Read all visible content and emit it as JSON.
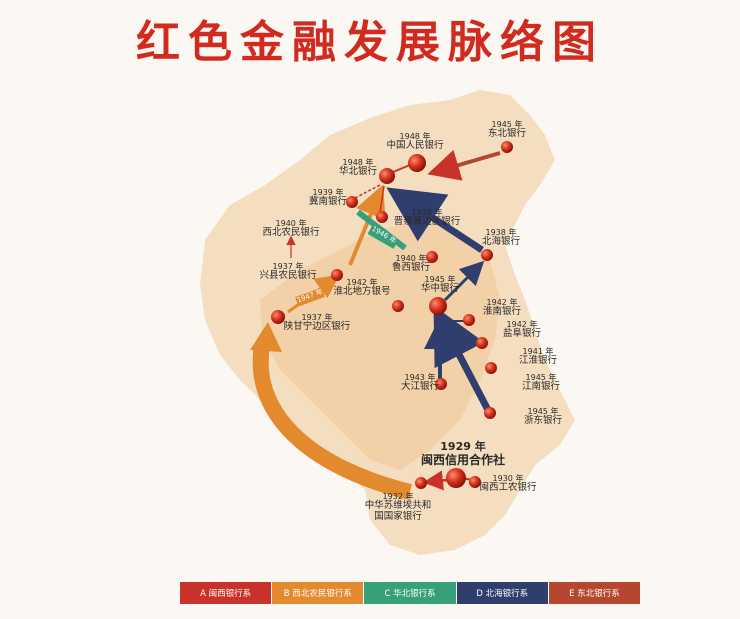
{
  "title": "红色金融发展脉络图",
  "colors": {
    "red": "#c8322a",
    "orange": "#e28a2d",
    "green": "#35a079",
    "navy": "#2f3e6d",
    "brown": "#b5472e",
    "map_fill": "#f3d6ad"
  },
  "nodes": [
    {
      "id": "dongbei",
      "year": "1945 年",
      "name": "东北银行"
    },
    {
      "id": "renmin",
      "year": "1948 年",
      "name": "中国人民银行"
    },
    {
      "id": "huabei",
      "year": "1948 年",
      "name": "华北银行"
    },
    {
      "id": "jinan",
      "year": "1939 年",
      "name": "冀南银行"
    },
    {
      "id": "jinchaji",
      "year": "1938 年",
      "name": "晋察冀边区银行"
    },
    {
      "id": "xibei",
      "year": "1940 年",
      "name": "西北农民银行"
    },
    {
      "id": "beihai",
      "year": "1938 年",
      "name": "北海银行"
    },
    {
      "id": "luxi",
      "year": "1940 年",
      "name": "鲁西银行"
    },
    {
      "id": "xingxian",
      "year": "1937 年",
      "name": "兴县农民银行"
    },
    {
      "id": "huazhong",
      "year": "1945 年",
      "name": "华中银行"
    },
    {
      "id": "huaibei",
      "year": "1942 年",
      "name": "淮北地方银号"
    },
    {
      "id": "huainan",
      "year": "1942 年",
      "name": "淮南银行"
    },
    {
      "id": "shaangan",
      "year": "1937 年",
      "name": "陕甘宁边区银行"
    },
    {
      "id": "yanfu",
      "year": "1942 年",
      "name": "盐阜银行"
    },
    {
      "id": "jianghuai",
      "year": "1941 年",
      "name": "江淮银行"
    },
    {
      "id": "jiangnan",
      "year": "1945 年",
      "name": "江南银行"
    },
    {
      "id": "dajiang",
      "year": "1943 年",
      "name": "大江银行"
    },
    {
      "id": "zhedong",
      "year": "1945 年",
      "name": "浙东银行"
    },
    {
      "id": "minxi",
      "year": "1929 年",
      "name": "闽西信用合作社"
    },
    {
      "id": "minxigongnong",
      "year": "1930 年",
      "name": "闽西工农银行"
    },
    {
      "id": "zhonghua",
      "year": "1932 年",
      "name": "中华苏维埃共和国国家银行"
    }
  ],
  "arrow_labels": {
    "green_year": "1946 年",
    "orange_year": "1947 年"
  },
  "legend": [
    {
      "label": "A  闽西银行系",
      "color": "#c8322a"
    },
    {
      "label": "B  西北农民银行系",
      "color": "#e28a2d"
    },
    {
      "label": "C  华北银行系",
      "color": "#35a079"
    },
    {
      "label": "D  北海银行系",
      "color": "#2f3e6d"
    },
    {
      "label": "E  东北银行系",
      "color": "#b5472e"
    }
  ]
}
